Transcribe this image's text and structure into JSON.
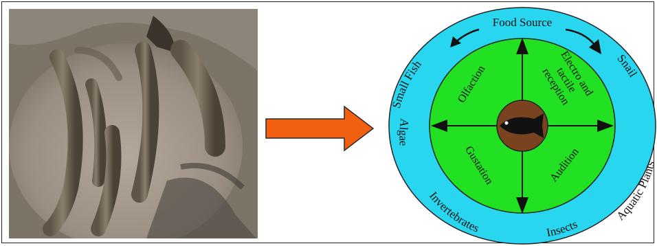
{
  "diagram": {
    "center_icon": "fish-icon",
    "outer_ring_labels": {
      "top": "Food Source",
      "top_right": "Snail",
      "right": "Aquatic Plants",
      "bottom_right": "Insects",
      "bottom": "Invertebrates",
      "left": "Algae",
      "top_left": "Small Fish"
    },
    "senses": {
      "top_left": "Olfaction",
      "top_right_line1": "Electro and",
      "top_right_line2": "tactile",
      "top_right_line3": "reception",
      "bottom_left": "Gustation",
      "bottom_right": "Audition"
    },
    "colors": {
      "outer_ring": "#29d6f0",
      "inner_circle": "#22e022",
      "center": "#7a4320",
      "arrow": "#f06010",
      "fish": "#111111"
    }
  }
}
